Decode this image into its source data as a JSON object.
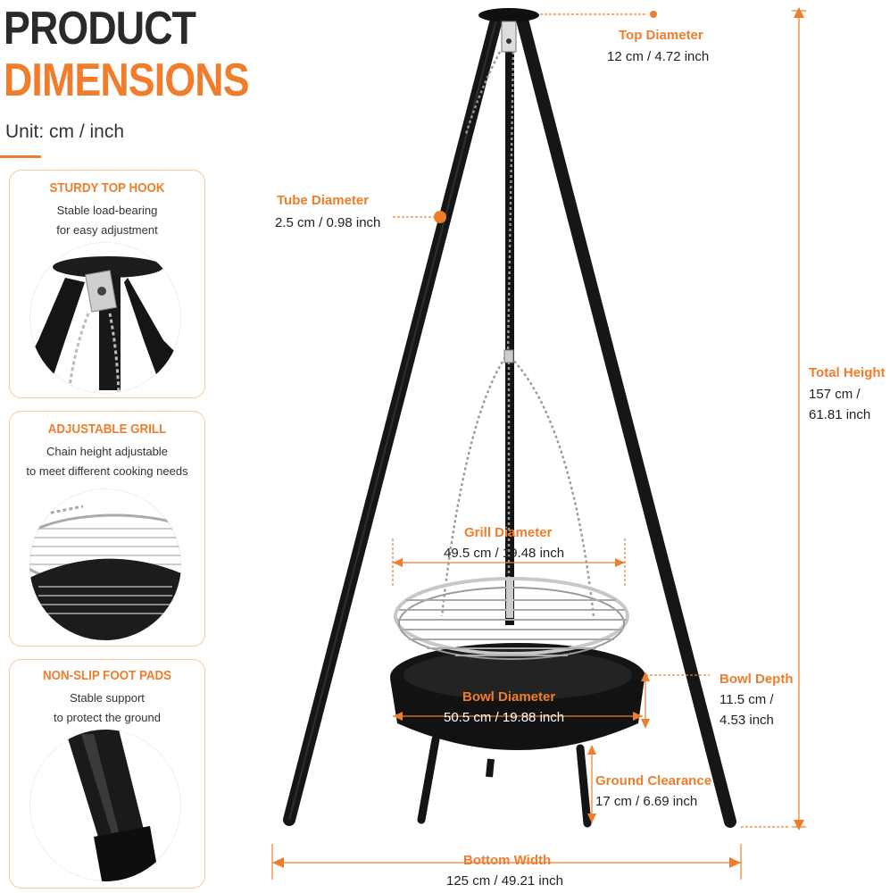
{
  "header": {
    "title_line1": "PRODUCT",
    "title_line2": "DIMENSIONS",
    "unit": "Unit: cm / inch"
  },
  "features": [
    {
      "title": "STURDY TOP HOOK",
      "desc_line1": "Stable load-bearing",
      "desc_line2": "for easy adjustment"
    },
    {
      "title": "ADJUSTABLE GRILL",
      "desc_line1": "Chain height adjustable",
      "desc_line2": "to meet different cooking needs"
    },
    {
      "title": "NON-SLIP FOOT PADS",
      "desc_line1": "Stable support",
      "desc_line2": "to protect the ground"
    }
  ],
  "dimensions": {
    "top_diameter": {
      "label": "Top Diameter",
      "value": "12 cm / 4.72 inch"
    },
    "tube_diameter": {
      "label": "Tube Diameter",
      "value": "2.5 cm / 0.98 inch"
    },
    "total_height": {
      "label": "Total Height",
      "value_line1": "157 cm /",
      "value_line2": "61.81 inch"
    },
    "grill_diameter": {
      "label": "Grill Diameter",
      "value": "49.5 cm / 19.48 inch"
    },
    "bowl_diameter": {
      "label": "Bowl Diameter",
      "value": "50.5 cm / 19.88 inch"
    },
    "bowl_depth": {
      "label": "Bowl Depth",
      "value_line1": "11.5 cm /",
      "value_line2": "4.53 inch"
    },
    "ground_clearance": {
      "label": "Ground Clearance",
      "value": "17 cm / 6.69 inch"
    },
    "bottom_width": {
      "label": "Bottom Width",
      "value": "125 cm / 49.21 inch"
    }
  },
  "colors": {
    "accent": "#ef7d2b",
    "dark": "#1a1a1a",
    "text": "#222222"
  }
}
